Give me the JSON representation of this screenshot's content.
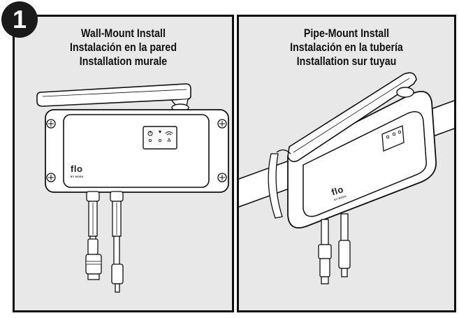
{
  "step": {
    "number": "1"
  },
  "panels": [
    {
      "titles": [
        "Wall-Mount Install",
        "Instalación en la pared",
        "Installation murale"
      ],
      "logo": {
        "word": "flo",
        "byline": "BY MOEN"
      }
    },
    {
      "titles": [
        "Pipe-Mount Install",
        "Instalación en la tubería",
        "Installation sur tuyau"
      ],
      "logo": {
        "word": "flo",
        "byline": "BY MOEN"
      }
    }
  ]
}
